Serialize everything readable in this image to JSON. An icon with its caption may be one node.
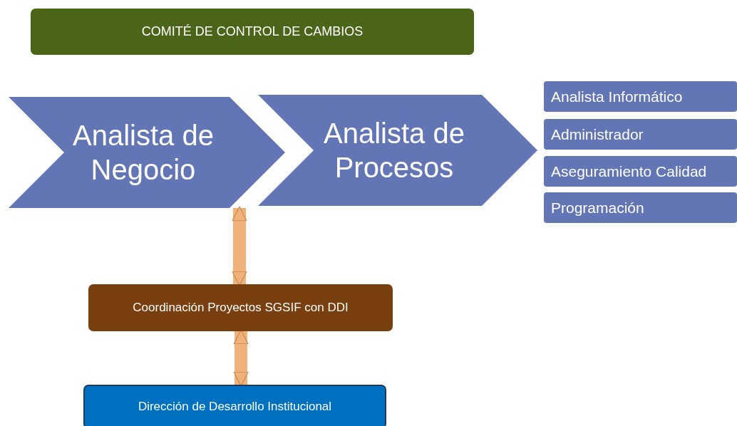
{
  "diagram": {
    "nodes": [
      {
        "text": [
          "COMITÉ DE CONTROL DE CAMBIOS"
        ]
      },
      {
        "text": [
          "Analista de Negocio"
        ]
      },
      {
        "text": [
          "Analista de Procesos"
        ]
      },
      {
        "text": [
          "Analista Informático"
        ]
      },
      {
        "text": [
          "Administrador"
        ]
      },
      {
        "text": [
          "Aseguramiento Calidad"
        ]
      },
      {
        "text": [
          "Programación"
        ]
      },
      {
        "text": [
          "Coordinación Proyectos SGSIF con DDI"
        ]
      },
      {
        "text": [
          "Dirección de Desarrollo Institucional"
        ]
      }
    ],
    "edges": [
      {
        "from": 1,
        "to": 7,
        "arrow": "both"
      },
      {
        "from": 7,
        "to": 8,
        "arrow": "both"
      }
    ]
  }
}
